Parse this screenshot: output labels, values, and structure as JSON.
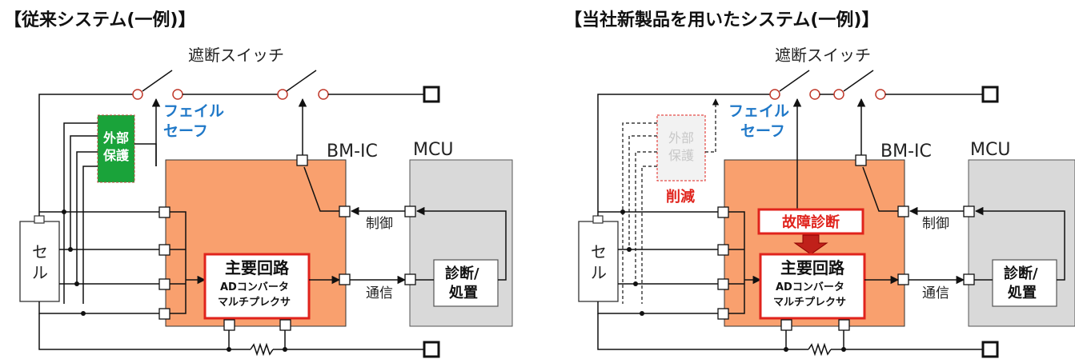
{
  "left": {
    "title": "【従来システム(一例)】",
    "switch_label": "遮断スイッチ",
    "failsafe": [
      "フェイル",
      "セーフ"
    ],
    "external": [
      "外部",
      "保護"
    ],
    "bmic": "BM-IC",
    "mcu": "MCU",
    "cell": [
      "セ",
      "ル"
    ],
    "control": "制御",
    "comm": "通信",
    "main_title": "主要回路",
    "main_sub": [
      "ADコンバータ",
      "マルチプレクサ"
    ],
    "diag": [
      "診断/",
      "処置"
    ]
  },
  "right": {
    "title": "【当社新製品を用いたシステム(一例)】",
    "switch_label": "遮断スイッチ",
    "failsafe": [
      "フェイル",
      "セーフ"
    ],
    "external": [
      "外部",
      "保護"
    ],
    "reduced": "削減",
    "fault_diag": "故障診断",
    "bmic": "BM-IC",
    "mcu": "MCU",
    "cell": [
      "セ",
      "ル"
    ],
    "control": "制御",
    "comm": "通信",
    "main_title": "主要回路",
    "main_sub": [
      "ADコンバータ",
      "マルチプレクサ"
    ],
    "diag": [
      "診断/",
      "処置"
    ]
  },
  "colors": {
    "bmic_fill": "#f9a06e",
    "mcu_fill": "#d9d9d9",
    "external_fill": "#1aa33a",
    "highlight_red": "#e0231c",
    "failsafe_blue": "#1f78c8"
  }
}
